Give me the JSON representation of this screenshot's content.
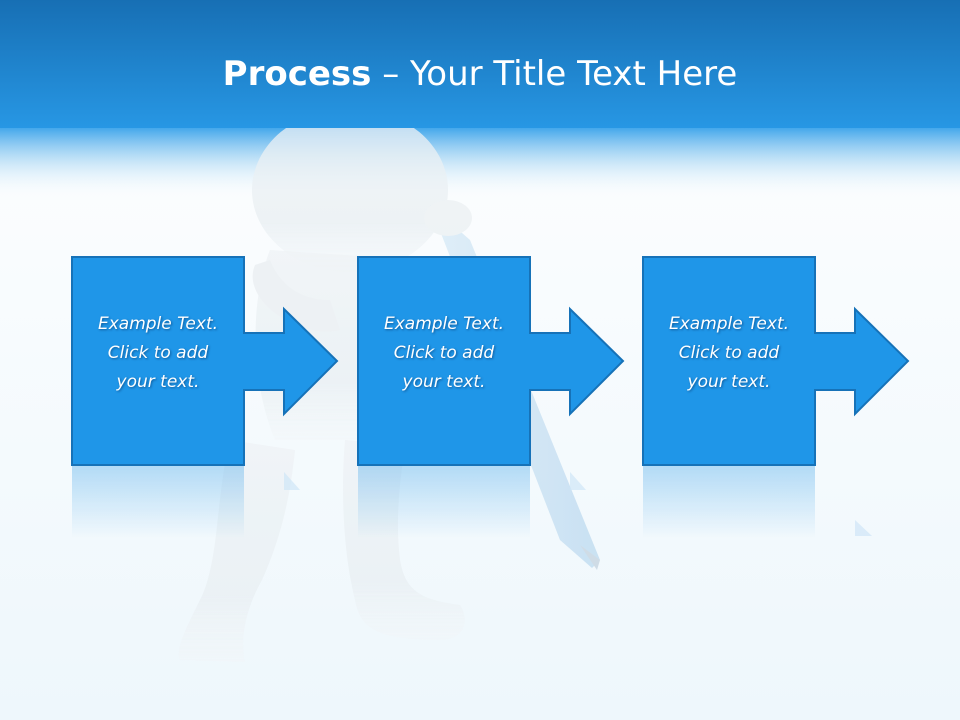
{
  "title": {
    "bold": "Process",
    "separator": " – ",
    "rest": "Your Title Text Here"
  },
  "steps": [
    {
      "lines": [
        "Example Text.",
        "Click  to add",
        "your text."
      ]
    },
    {
      "lines": [
        "Example Text.",
        "Click  to add",
        "your text."
      ]
    },
    {
      "lines": [
        "Example Text.",
        "Click  to add",
        "your text."
      ]
    }
  ],
  "colors": {
    "title_bar_top": "#1a7fc8",
    "title_bar_bottom": "#2a98e6",
    "box_fill": "#1f96e8",
    "box_border": "#1672b8",
    "background": "#f2f9fd",
    "title_text": "#ffffff",
    "figure": "#e6edf2"
  },
  "icons": {
    "background_figure": "white-3d-man-with-pencil-illustration",
    "step_arrow": "right-arrow-icon"
  }
}
